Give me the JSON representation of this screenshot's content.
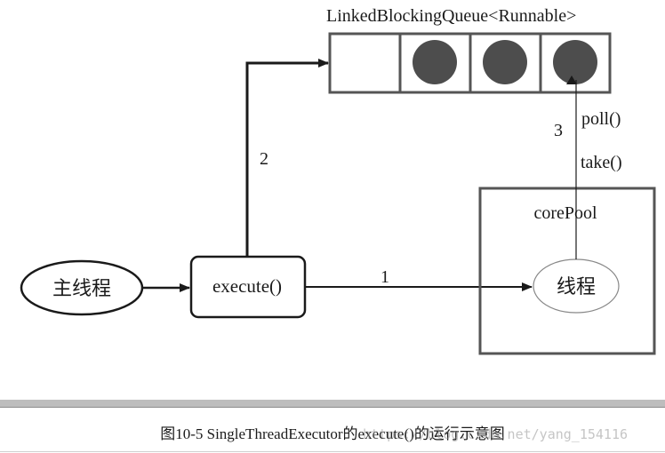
{
  "queue": {
    "title": "LinkedBlockingQueue<Runnable>",
    "slots": [
      {
        "filled": false
      },
      {
        "filled": true
      },
      {
        "filled": true
      },
      {
        "filled": true
      }
    ]
  },
  "nodes": {
    "main_thread": "主线程",
    "execute": "execute()",
    "pool_label": "corePool",
    "worker_thread": "线程"
  },
  "edges": {
    "step1": "1",
    "step2": "2",
    "step3": "3",
    "poll": "poll()",
    "take": "take()"
  },
  "caption": "图10-5  SingleThreadExecutor的execute()的运行示意图",
  "watermark": "https://blog.csdn.net/yang_154116",
  "colors": {
    "stroke": "#1a1a1a",
    "pool_border": "#555555",
    "ellipse_border": "#888888",
    "ball": "#4d4d4d",
    "caption_bar": "#bdbdbd"
  }
}
